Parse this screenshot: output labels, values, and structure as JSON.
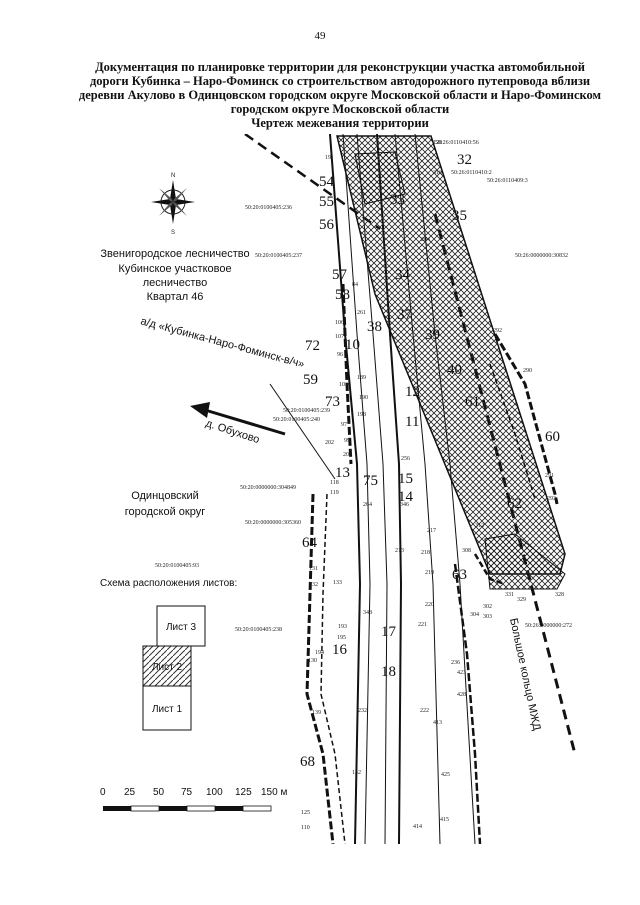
{
  "page_number": "49",
  "title_lines": [
    "Документация по планировке территории для реконструкции участка автомобильной",
    "дороги Кубинка – Наро-Фоминск со строительством автодорожного путепровода вблизи",
    "деревни Акулово в Одинцовском городском округе Московской области и Наро-Фоминском",
    "городском округе Московской области",
    "Чертеж межевания территории"
  ],
  "compass": {
    "north": "N",
    "south": "S"
  },
  "forestry_lines": [
    "Звенигородское лесничество",
    "Кубинское участковое",
    "лесничество",
    "Квартал 46"
  ],
  "road_label": "а/д «Кубинка-Наро-Фоминск-в/ч»",
  "direction_label": "д. Обухово",
  "district_lines": [
    "Одинцовский",
    "городской округ"
  ],
  "railway_label": "Большое кольцо МЖД",
  "sheet_scheme": {
    "title": "Схема расположения листов:",
    "sheets": [
      "Лист 3",
      "Лист 2",
      "Лист 1"
    ],
    "current": "Лист 2"
  },
  "scale_bar": {
    "ticks": [
      "0",
      "25",
      "50",
      "75",
      "100",
      "125",
      "150 м"
    ]
  },
  "cadastral_numbers": [
    "50:26:0110410:56",
    "50:26:0110410:2",
    "50:26:0110409:3",
    "50:20:0100405:236",
    "50:20:0100405:237",
    "50:26:0000000:30832",
    "50:20:0100405:239",
    "50:20:0100405:240",
    "50:20:0000000:304849",
    "50:20:0000000:305360",
    "50:20:0100405:93",
    "50:20:0100405:238",
    "50:26:0000000:272"
  ],
  "parcel_numbers": [
    "32",
    "33",
    "35",
    "54",
    "55",
    "56",
    "57",
    "58",
    "34",
    "37",
    "38",
    "39",
    "40",
    "10",
    "72",
    "59",
    "73",
    "12",
    "61",
    "11",
    "60",
    "13",
    "75",
    "15",
    "14",
    "62",
    "64",
    "63",
    "16",
    "17",
    "18",
    "68"
  ],
  "point_numbers": [
    "120",
    "316",
    "19",
    "204",
    "84",
    "261",
    "106",
    "107",
    "96",
    "103",
    "189",
    "190",
    "198",
    "97",
    "99",
    "202",
    "200",
    "256",
    "118",
    "119",
    "346",
    "264",
    "217",
    "218",
    "213",
    "219",
    "220",
    "221",
    "222",
    "131",
    "132",
    "193",
    "195",
    "194",
    "130",
    "312",
    "308",
    "302",
    "303",
    "304",
    "133",
    "348",
    "423",
    "428",
    "425",
    "413",
    "414",
    "415",
    "236",
    "232",
    "139",
    "152",
    "125",
    "110",
    "292",
    "290",
    "291",
    "293",
    "329",
    "328",
    "331"
  ]
}
